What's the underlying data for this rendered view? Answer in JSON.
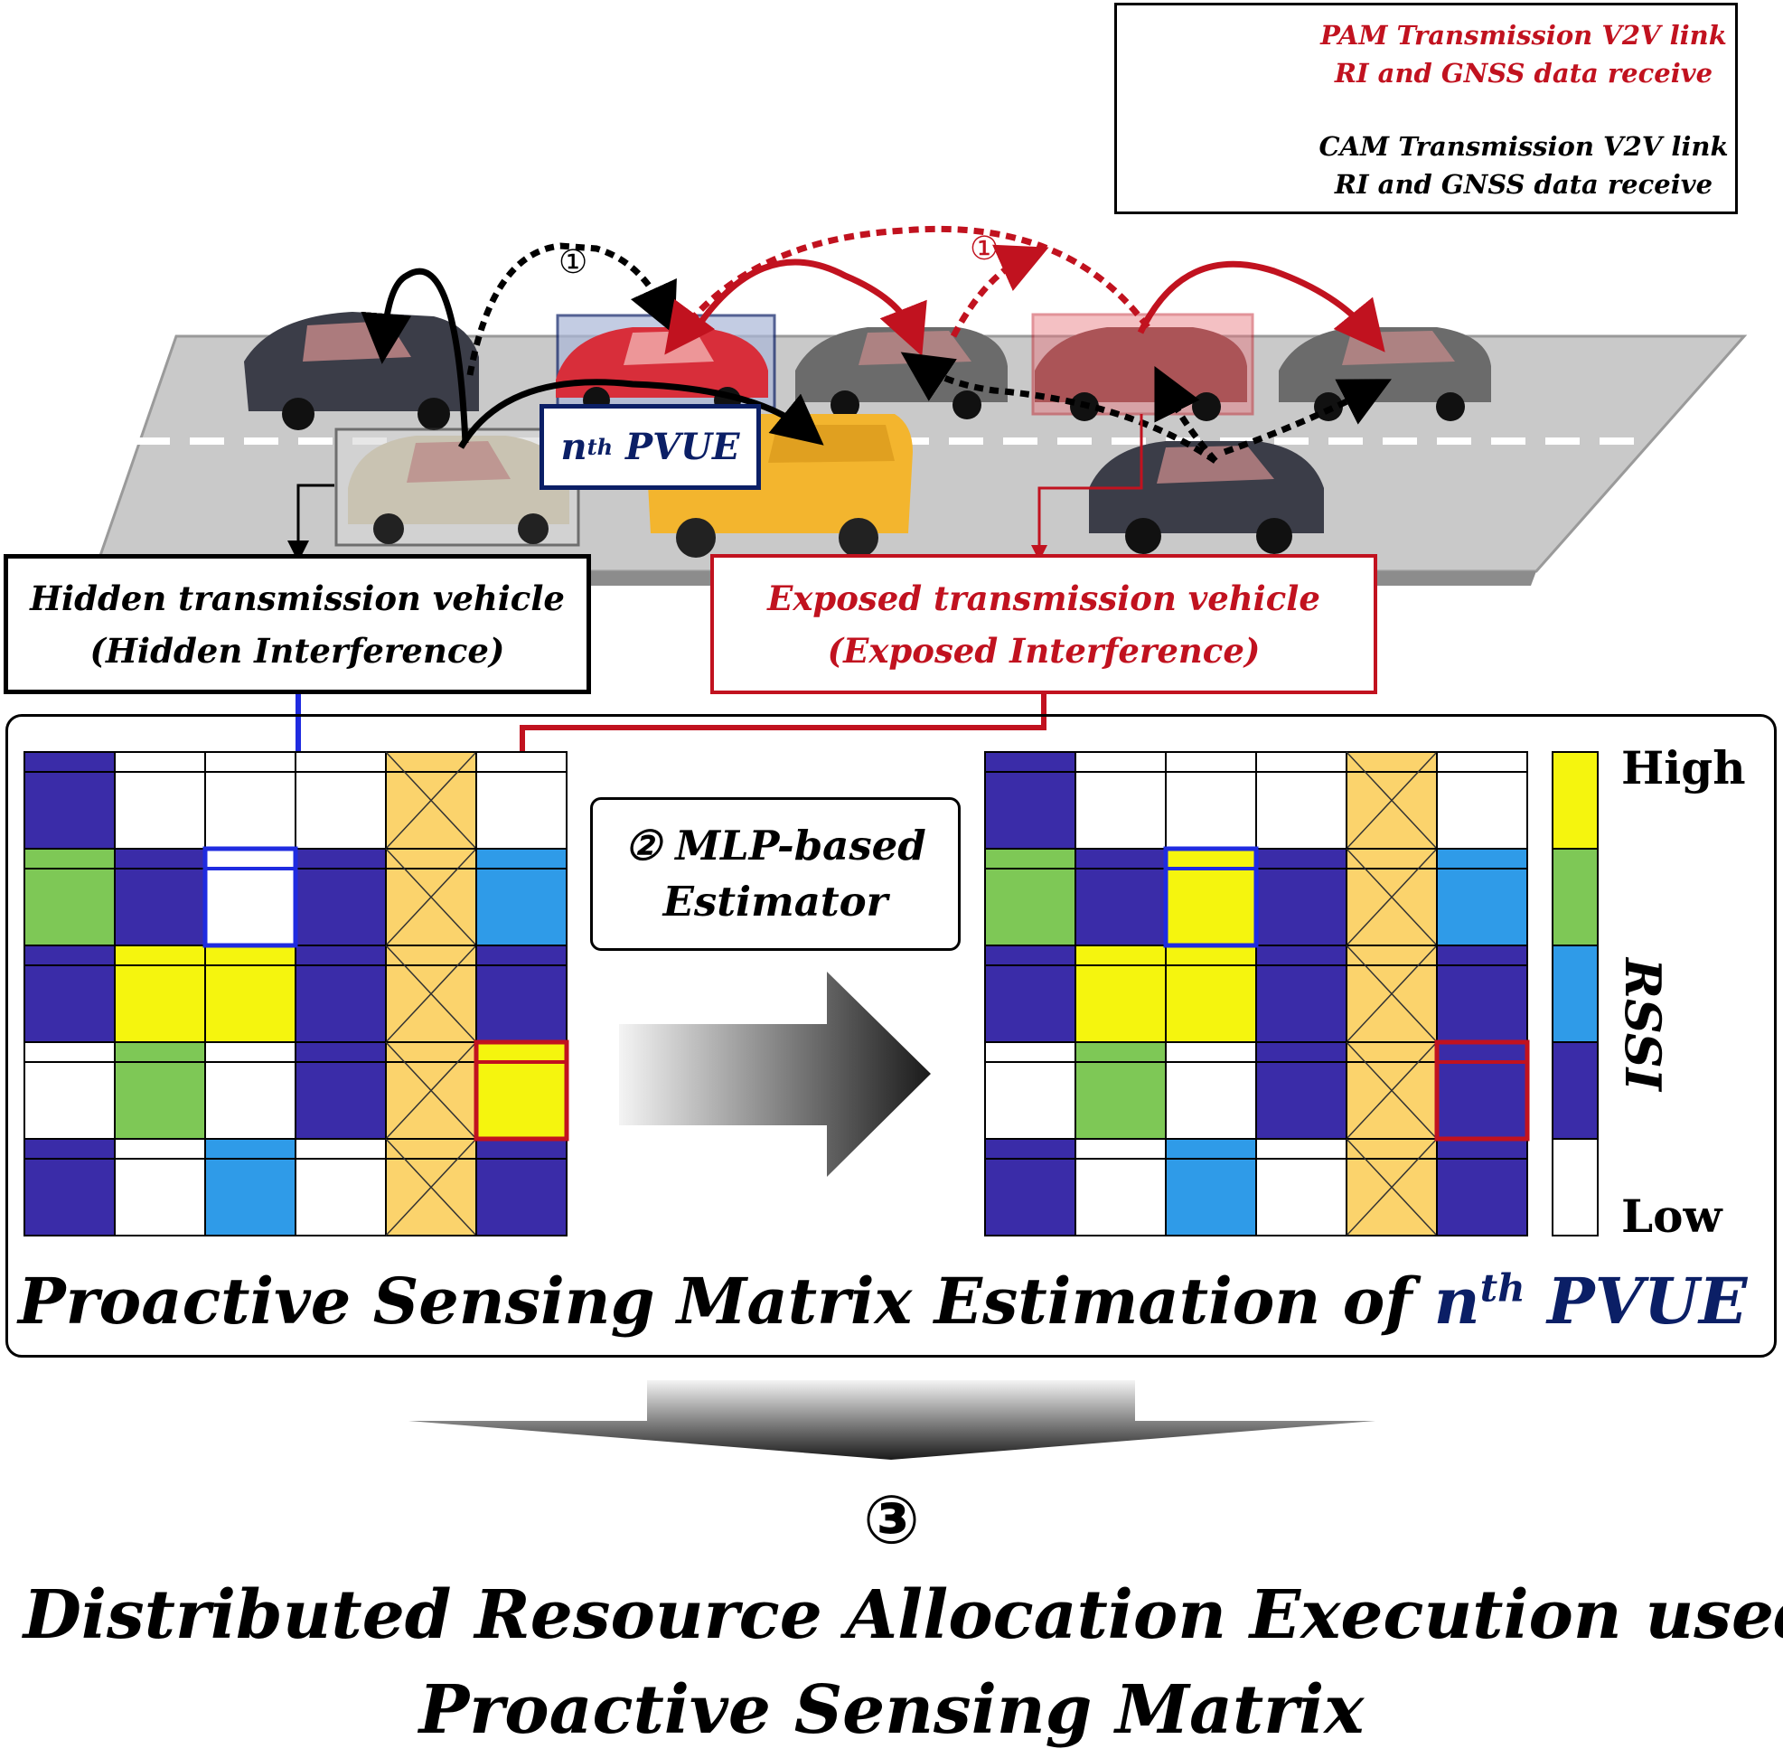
{
  "legend": {
    "pam_line1": "PAM Transmission V2V link",
    "pam_line2": "RI and GNSS data receive",
    "cam_line1": "CAM Transmission V2V link",
    "cam_line2": "RI and GNSS data receive"
  },
  "step1_marker_black": "①",
  "step1_marker_red": "①",
  "pvue": {
    "n": "n",
    "sup": "th",
    "label": " PVUE"
  },
  "hidden": {
    "line1": "Hidden transmission vehicle",
    "line2": "(Hidden Interference)"
  },
  "exposed": {
    "line1": "Exposed transmission vehicle",
    "line2": "(Exposed Interference)"
  },
  "mlp": {
    "line1": "② MLP-based",
    "line2": "Estimator"
  },
  "rssi": {
    "high": "High",
    "low": "Low",
    "axis": "RSSI"
  },
  "panel_title": {
    "prefix": "Proactive Sensing Matrix Estimation of ",
    "n": "n",
    "sup": "th",
    "suffix": " PVUE"
  },
  "final": {
    "marker": "③",
    "line1": " Distributed Resource Allocation Execution used",
    "line2": "Proactive Sensing Matrix"
  },
  "colors": {
    "white": "#ffffff",
    "navy": "#3a2ca8",
    "lightblue": "#2f9be8",
    "green": "#7ec856",
    "yellow": "#f5f50e",
    "hatch": "#fbd36c",
    "red": "#c1121f",
    "blue_hl": "#1f2be0",
    "pvue_blue": "#0b1f66"
  },
  "matrix_before": [
    [
      "navy",
      "white",
      "white",
      "white",
      "hatch",
      "white"
    ],
    [
      "green",
      "navy",
      "white",
      "navy",
      "hatch",
      "lightblue"
    ],
    [
      "navy",
      "yellow",
      "yellow",
      "navy",
      "hatch",
      "navy"
    ],
    [
      "white",
      "green",
      "white",
      "navy",
      "hatch",
      "yellow"
    ],
    [
      "navy",
      "white",
      "lightblue",
      "white",
      "hatch",
      "navy"
    ]
  ],
  "matrix_after": [
    [
      "navy",
      "white",
      "white",
      "white",
      "hatch",
      "white"
    ],
    [
      "green",
      "navy",
      "yellow",
      "navy",
      "hatch",
      "lightblue"
    ],
    [
      "navy",
      "yellow",
      "yellow",
      "navy",
      "hatch",
      "navy"
    ],
    [
      "white",
      "green",
      "white",
      "navy",
      "hatch",
      "navy"
    ],
    [
      "navy",
      "white",
      "lightblue",
      "white",
      "hatch",
      "navy"
    ]
  ],
  "rssi_scale": [
    "yellow",
    "green",
    "lightblue",
    "navy",
    "white"
  ]
}
